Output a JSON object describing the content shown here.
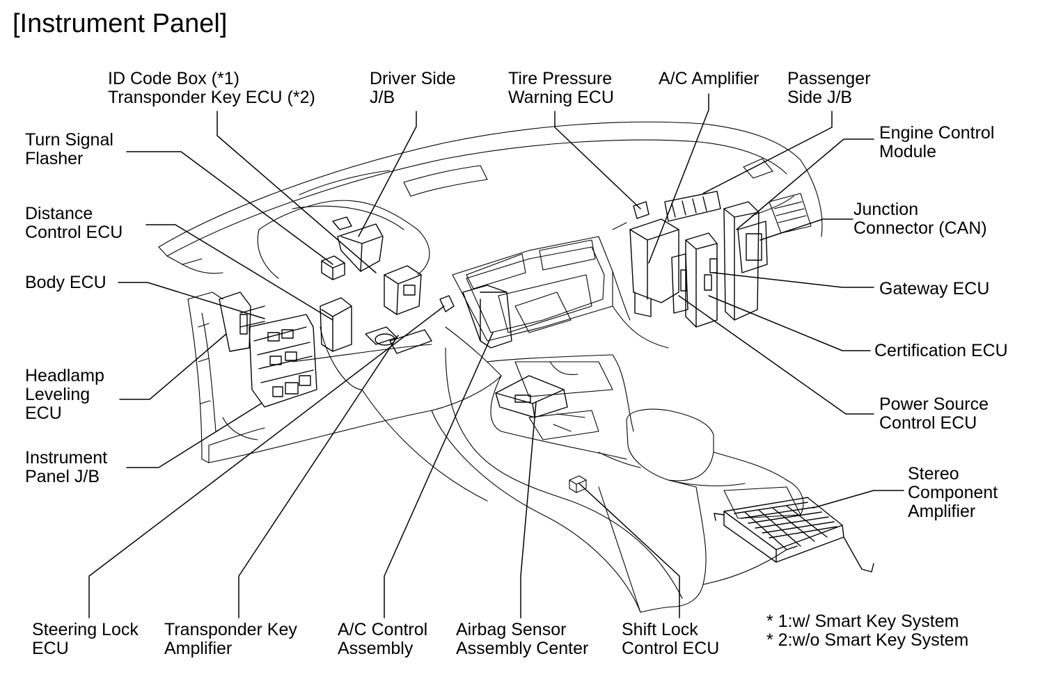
{
  "title": "[Instrument Panel]",
  "labels": {
    "id_code_box": [
      "ID Code Box (*1)",
      "Transponder Key ECU (*2)"
    ],
    "driver_side_jb": [
      "Driver Side",
      "J/B"
    ],
    "tire_pressure_warning_ecu": [
      "Tire Pressure",
      "Warning ECU"
    ],
    "ac_amplifier": [
      "A/C Amplifier"
    ],
    "passenger_side_jb": [
      "Passenger",
      "Side J/B"
    ],
    "turn_signal_flasher": [
      "Turn Signal",
      "Flasher"
    ],
    "engine_control_module": [
      "Engine Control",
      "Module"
    ],
    "distance_control_ecu": [
      "Distance",
      "Control ECU"
    ],
    "junction_connector_can": [
      "Junction",
      "Connector (CAN)"
    ],
    "body_ecu": [
      "Body ECU"
    ],
    "gateway_ecu": [
      "Gateway ECU"
    ],
    "certification_ecu": [
      "Certification ECU"
    ],
    "headlamp_leveling_ecu": [
      "Headlamp",
      "Leveling",
      "ECU"
    ],
    "power_source_control_ecu": [
      "Power Source",
      "Control ECU"
    ],
    "instrument_panel_jb": [
      "Instrument",
      "Panel J/B"
    ],
    "stereo_component_amplifier": [
      "Stereo",
      "Component",
      "Amplifier"
    ],
    "steering_lock_ecu": [
      "Steering Lock",
      "ECU"
    ],
    "transponder_key_amplifier": [
      "Transponder Key",
      "Amplifier"
    ],
    "ac_control_assembly": [
      "A/C Control",
      "Assembly"
    ],
    "airbag_sensor_assembly_center": [
      "Airbag Sensor",
      "Assembly Center"
    ],
    "shift_lock_control_ecu": [
      "Shift Lock",
      "Control ECU"
    ]
  },
  "footnotes": [
    "* 1:w/ Smart Key System",
    "* 2:w/o Smart Key System"
  ]
}
